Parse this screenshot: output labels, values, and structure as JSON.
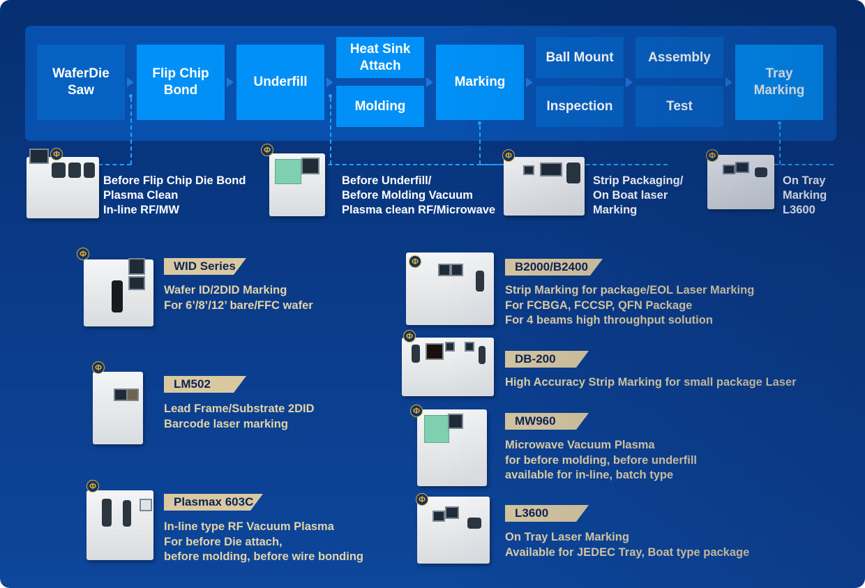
{
  "flow": {
    "steps": [
      {
        "label": "WaferDie\nSaw",
        "style": "dim"
      },
      {
        "label": "Flip Chip\nBond",
        "style": "bright"
      },
      {
        "label": "Underfill",
        "style": "bright"
      },
      {
        "label": "Heat Sink\nAttach",
        "style": "bright"
      },
      {
        "label": "Molding",
        "style": "bright"
      },
      {
        "label": "Marking",
        "style": "bright"
      },
      {
        "label": "Ball Mount",
        "style": "dim"
      },
      {
        "label": "Inspection",
        "style": "dim"
      },
      {
        "label": "Assembly",
        "style": "dim"
      },
      {
        "label": "Test",
        "style": "dim"
      },
      {
        "label": "Tray\nMarking",
        "style": "bright"
      }
    ]
  },
  "callouts": [
    {
      "lines": [
        "Before Flip Chip Die Bond",
        "Plasma Clean",
        "In-line RF/MW"
      ]
    },
    {
      "lines": [
        "Before Underfill/",
        "Before Molding Vacuum",
        "Plasma clean RF/Microwave"
      ]
    },
    {
      "lines": [
        "Strip Packaging/",
        "On Boat laser",
        "Marking"
      ]
    },
    {
      "lines": [
        "On Tray",
        "Marking",
        "L3600"
      ]
    }
  ],
  "products_left": [
    {
      "name": "WID Series",
      "lines": [
        "Wafer ID/2DID Marking",
        "For 6’/8’/12’ bare/FFC wafer"
      ]
    },
    {
      "name": "LM502",
      "lines": [
        "Lead Frame/Substrate 2DID",
        "Barcode laser marking"
      ]
    },
    {
      "name": "Plasmax 603C",
      "lines": [
        "In-line type RF Vacuum Plasma",
        "For before Die attach,",
        "before molding, before wire bonding"
      ]
    }
  ],
  "products_right": [
    {
      "name": "B2000/B2400",
      "lines": [
        "Strip Marking for package/EOL Laser Marking",
        "For FCBGA, FCCSP, QFN Package",
        "For 4 beams high throughput solution"
      ]
    },
    {
      "name": "DB-200",
      "lines": [
        "High Accuracy Strip Marking for small package Laser"
      ]
    },
    {
      "name": "MW960",
      "lines": [
        "Microwave Vacuum Plasma",
        "for before molding, before underfill",
        "available for in-line, batch type"
      ]
    },
    {
      "name": "L3600",
      "lines": [
        "On Tray Laser Marking",
        "Available for JEDEC Tray, Boat type package"
      ]
    }
  ],
  "colors": {
    "background": "#0a3a87",
    "panel": "#0850ad",
    "step_bright": "#0190f8",
    "step_dim": "#0562c3",
    "tag": "#d9c9a1",
    "tag_text": "#0f2255",
    "desc_text": "#e3d3a8",
    "dash": "#1ea6ff",
    "logo": "#e6b21a"
  }
}
